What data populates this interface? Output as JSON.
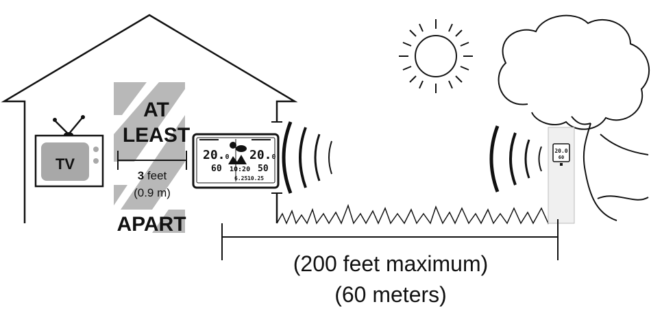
{
  "diagram": {
    "tv_label": "TV",
    "separation": {
      "line1": "AT",
      "line2": "LEAST",
      "line3": "APART",
      "value": "3",
      "unit": "feet",
      "metric": "(0.9 m)"
    },
    "range": {
      "line1": "(200 feet maximum)",
      "line2": "(60 meters)"
    },
    "display": {
      "indoor_temp": "20.",
      "indoor_temp_dec": "0",
      "indoor_hum": "60",
      "outdoor_temp": "20.",
      "outdoor_temp_dec": "0",
      "outdoor_hum": "50",
      "clock": "10:20",
      "date_left": "6.25",
      "date_right": "10.25"
    },
    "sensor": {
      "temp": "20.0",
      "hum": "60"
    },
    "colors": {
      "stripe": "#b8b8b8",
      "tv_screen": "#a8a8a8",
      "ink": "#111111"
    }
  }
}
